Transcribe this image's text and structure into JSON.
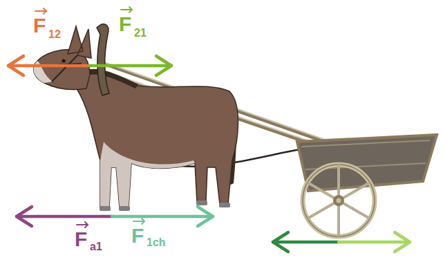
{
  "diagram": {
    "labels": [
      "F",
      "12",
      "F",
      "21",
      "F",
      "a1",
      "F",
      "1ch"
    ]
  }
}
